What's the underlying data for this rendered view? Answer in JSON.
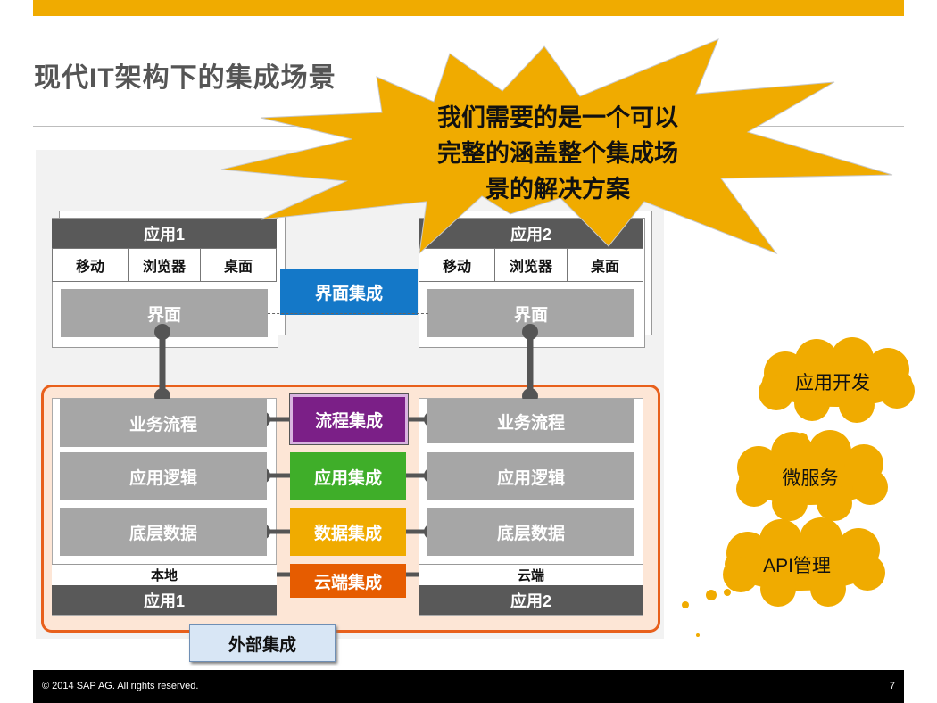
{
  "slide": {
    "title": "现代IT架构下的集成场景",
    "footer_copyright": "© 2014 SAP AG. All rights reserved.",
    "page_number": "7"
  },
  "callout": {
    "line1": "我们需要的是一个可以",
    "line2": "完整的涵盖整个集成场",
    "line3": "景的解决方案",
    "hidden_fragment": "集"
  },
  "app_left": {
    "header": "应用1",
    "channels": [
      "移动",
      "浏览器",
      "桌面"
    ],
    "ui_layer": "界面",
    "layers": [
      "业务流程",
      "应用逻辑",
      "底层数据"
    ],
    "location": "本地",
    "footer": "应用1"
  },
  "app_right": {
    "header": "应用2",
    "channels": [
      "移动",
      "浏览器",
      "桌面"
    ],
    "ui_layer": "界面",
    "layers": [
      "业务流程",
      "应用逻辑",
      "底层数据"
    ],
    "location": "云端",
    "footer": "应用2"
  },
  "integrations": {
    "ui": "界面集成",
    "process": "流程集成",
    "application": "应用集成",
    "data": "数据集成",
    "cloud": "云端集成",
    "external": "外部集成"
  },
  "clouds": [
    "应用开发",
    "微服务",
    "API管理"
  ],
  "colors": {
    "accent_yellow": "#f0ab00",
    "process_purple": "#7b1f87",
    "app_green": "#3fae29",
    "cloud_orange": "#e65c00",
    "ui_blue": "#1478c8",
    "frame_orange": "#e8601c"
  }
}
